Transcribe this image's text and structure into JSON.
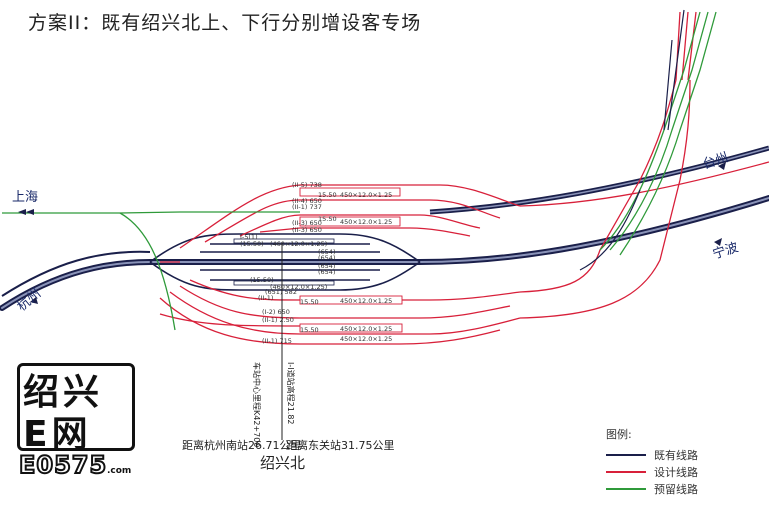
{
  "title": "方案II：既有绍兴北上、下行分别增设客专场",
  "cities": {
    "shanghai": "上海",
    "hangzhou": "杭州",
    "taizhou": "台州",
    "ningbo": "宁波"
  },
  "station": {
    "name": "绍兴北",
    "dist_hangzhou_south": "距离杭州南站26.71公里",
    "dist_dongguan": "距离东关站31.75公里",
    "mileage_center": "车站中心里程K42+700",
    "mileage_design": "I-I道站高程21.82"
  },
  "track_labels": {
    "upper": [
      "(II-5) 738",
      "15.50",
      "(II-4) 650",
      "(II-1) 737",
      "15.50",
      "(II-3) 650",
      "(II-3) 650"
    ],
    "platform_dims": [
      "450×12.0×1.25",
      "450×12.0×1.25",
      "450×12.0×1.25",
      "450×12.0×1.25",
      "450×12.0×1.25"
    ],
    "middle": [
      "I-5(1)",
      "(15.50)",
      "(460×12.0×1.25)",
      "(654)",
      "(654)",
      "(654)",
      "(654)",
      "(15.50)",
      "(460×12.0×1.25)",
      "(651) 582"
    ],
    "lower": [
      "(II-1)",
      "15.50",
      "(I-2) 650",
      "(II-1) 2.50",
      "15.50",
      "(II-1) 715"
    ]
  },
  "legend": {
    "title": "图例:",
    "items": [
      {
        "label": "既有线路",
        "color": "#1a1f4a"
      },
      {
        "label": "设计线路",
        "color": "#d8203a"
      },
      {
        "label": "预留线路",
        "color": "#2f9a3a"
      }
    ]
  },
  "logo": {
    "line1": "绍兴",
    "line2": "E网",
    "line3": "E0575",
    "suffix": ".com"
  },
  "colors": {
    "existing": "#1a1f4a",
    "design": "#d8203a",
    "reserved": "#2f9a3a",
    "existing_fill": "#8a93b8"
  }
}
